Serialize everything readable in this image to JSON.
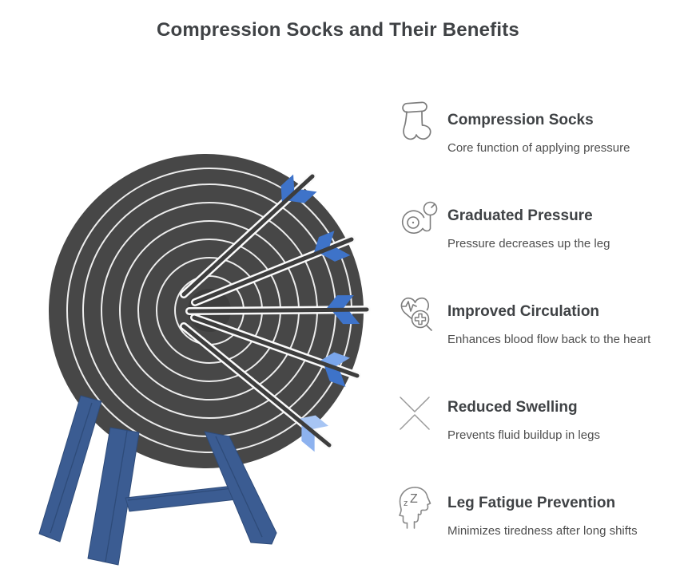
{
  "page_title": "Compression Socks and Their Benefits",
  "benefits": [
    {
      "icon": "sock-icon",
      "title": "Compression Socks",
      "description": "Core function of applying pressure"
    },
    {
      "icon": "pressure-gauge-icon",
      "title": "Graduated Pressure",
      "description": "Pressure decreases up the leg"
    },
    {
      "icon": "heart-circulation-icon",
      "title": "Improved Circulation",
      "description": "Enhances blood flow back to the heart"
    },
    {
      "icon": "compress-chevrons-icon",
      "title": "Reduced Swelling",
      "description": "Prevents fluid buildup in legs"
    },
    {
      "icon": "sleepy-head-icon",
      "title": "Leg Fatigue Prevention",
      "description": "Minimizes tiredness after long shifts"
    }
  ],
  "sleep_icon_text": {
    "small_z": "z",
    "large_z": "Z"
  },
  "illustration": {
    "name": "dartboard-with-five-arrows-on-easel-stand",
    "arrow_count": 5,
    "colors": {
      "board": "#474747",
      "bullseye": "#3d3d3d",
      "rings": "#ededed",
      "arrow_shaft": "#3d3d3d",
      "arrow_halo": "#fafafa",
      "fletching_blue": "#3e73c9",
      "fletching_light_blue": "#7aa6ec",
      "fletching_pale_blue": "#a7c5f4",
      "stand_blue": "#3b5c92",
      "stand_seam": "#2e4b79"
    }
  },
  "text_colors": {
    "heading": "#3f4245",
    "description": "#4e4e4e",
    "icon_stroke": "#7d7d7d"
  }
}
